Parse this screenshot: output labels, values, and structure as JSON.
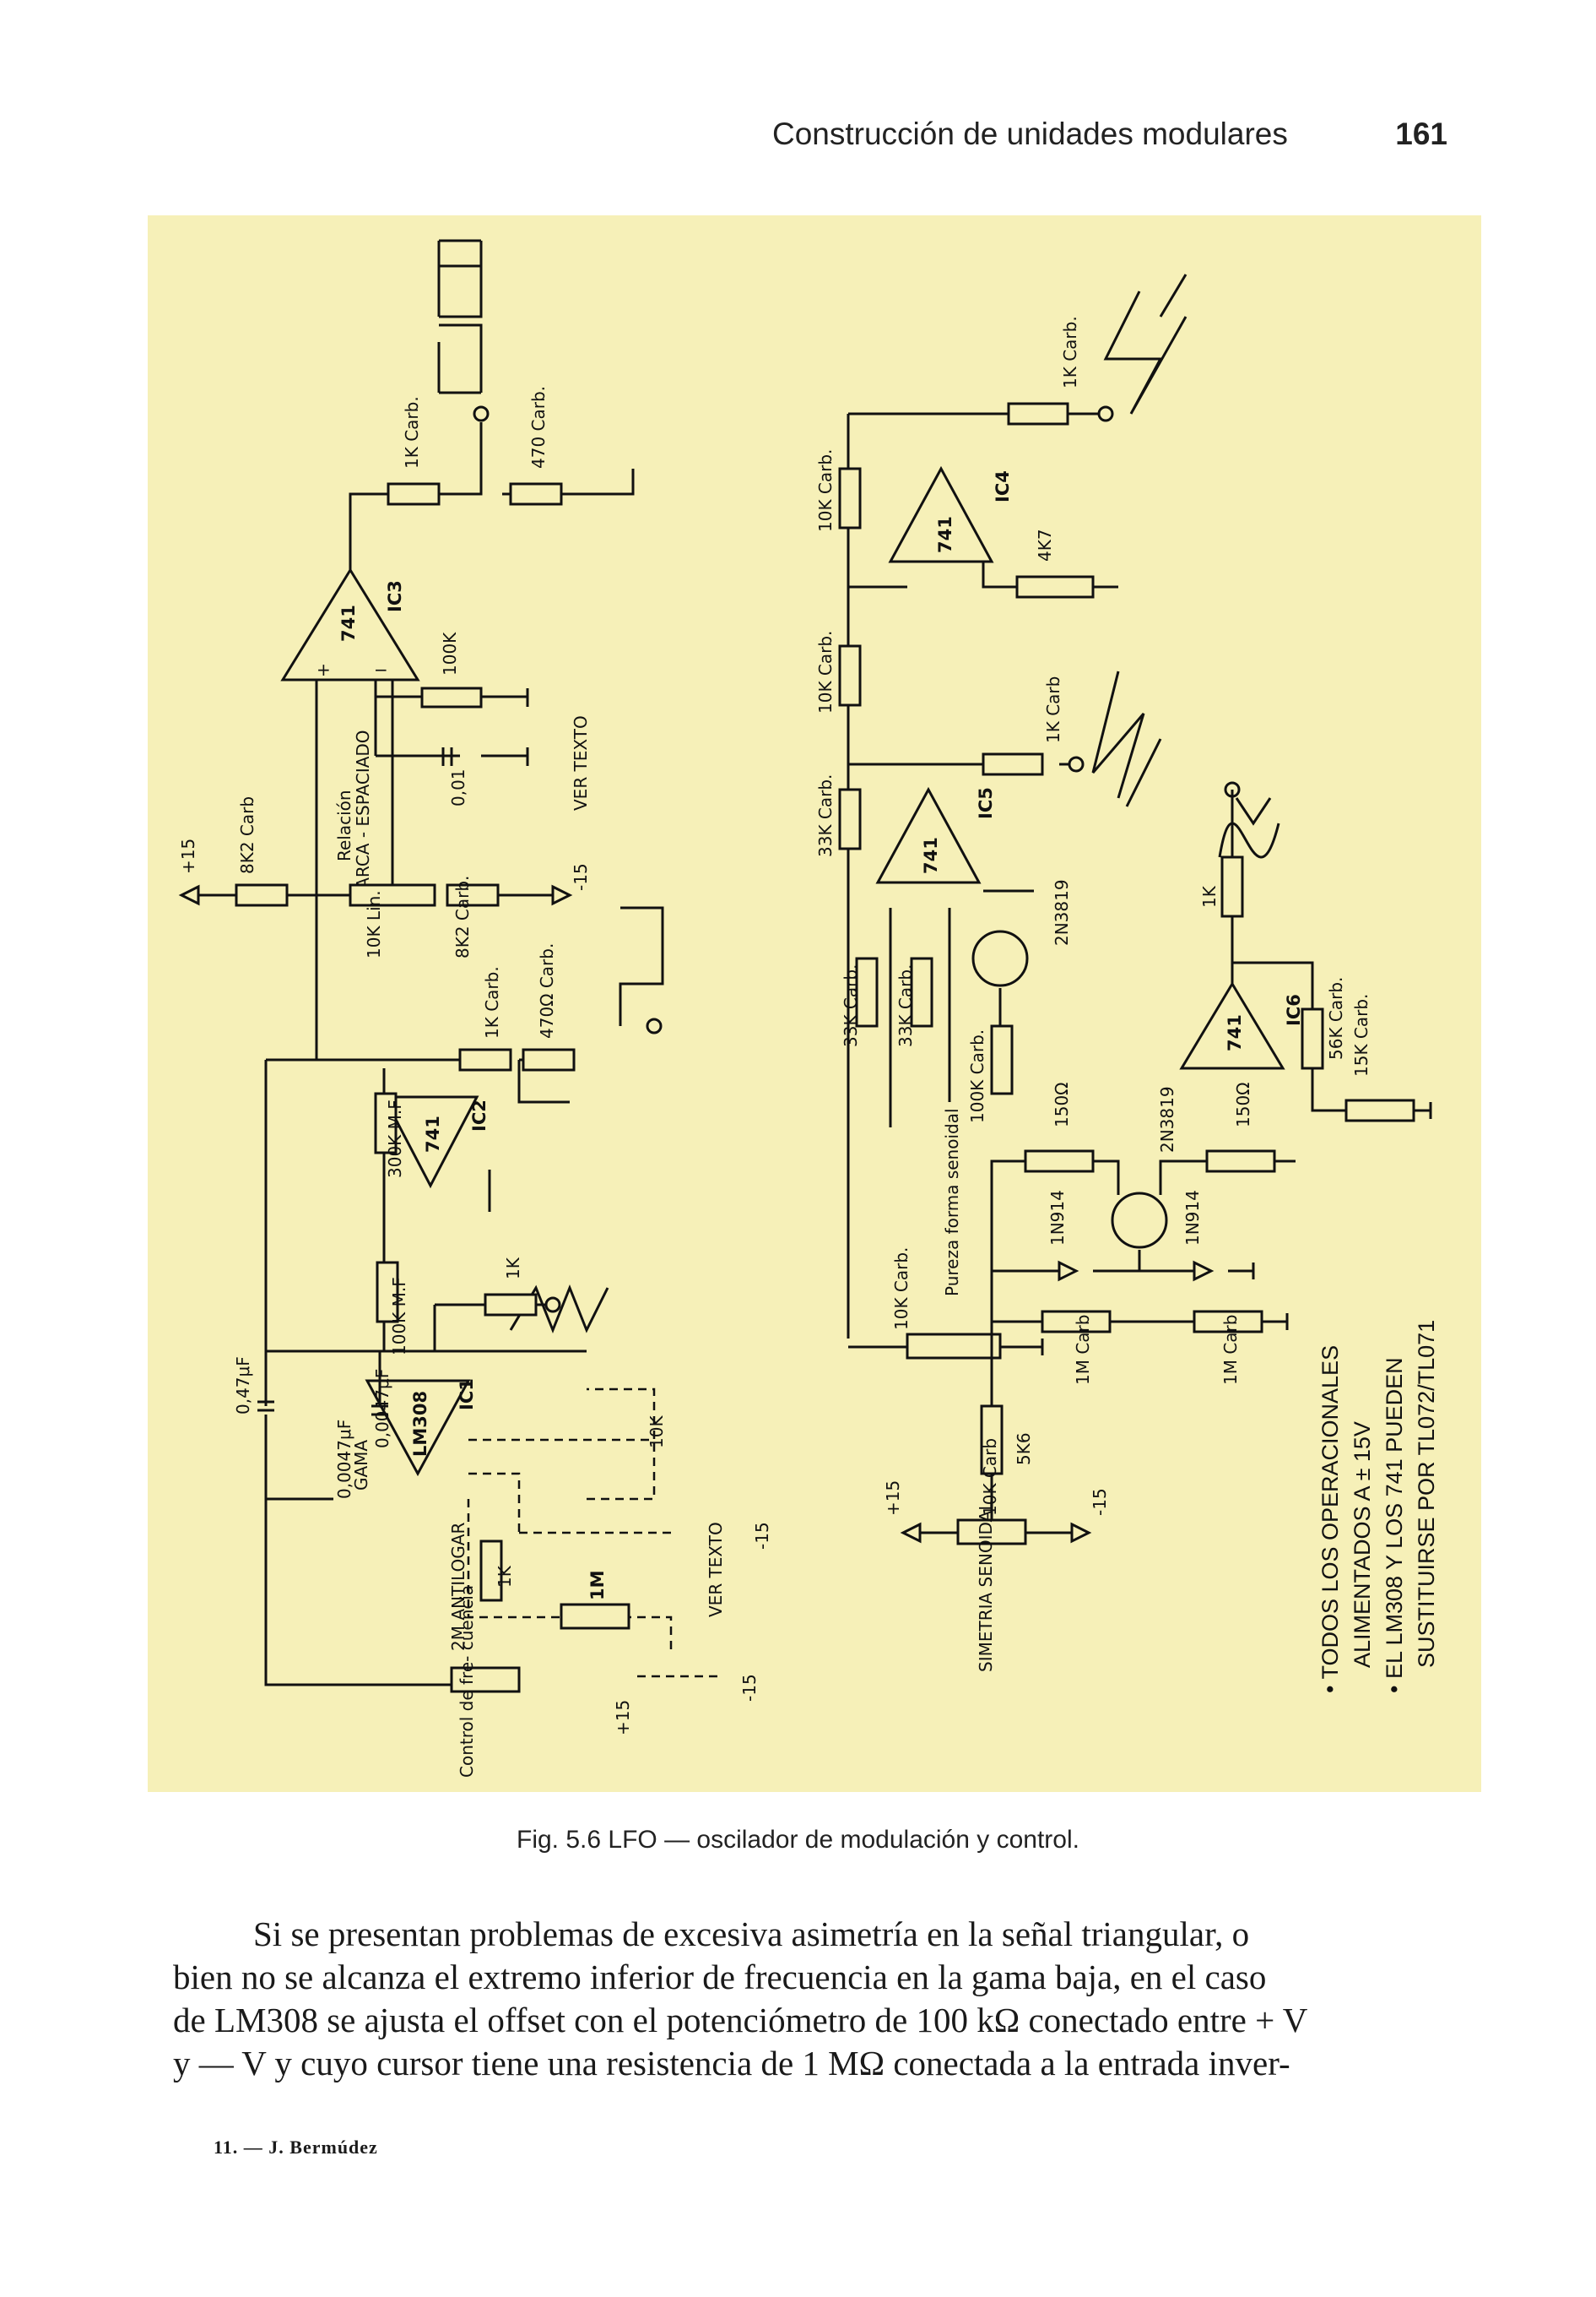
{
  "header": {
    "title": "Construcción de unidades modulares",
    "page_number": "161"
  },
  "figure": {
    "chips": [
      "IC1",
      "IC2",
      "IC3",
      "IC4",
      "IC5",
      "IC6"
    ],
    "opamps": [
      "741",
      "741",
      "741",
      "741",
      "741",
      "LM308"
    ],
    "labels": {
      "r_1k_ic3": "1K Carb.",
      "r_470": "470 Carb.",
      "r_100k": "100K",
      "c_001": "0,01",
      "ver_texto_top": "VER TEXTO",
      "relacion": "Relación",
      "marca": "MARCA - ESPACIADO",
      "plus15": "+15",
      "r_8k2_a": "8K2 Carb",
      "r_10k_lin": "10K Lin.",
      "r_8k2_b": "8K2 Carb.",
      "minus15": "-15",
      "r_1k_ic2": "1K Carb.",
      "r_470o": "470Ω Carb.",
      "r_300k": "300K M.F",
      "r_100k_mf": "100K M.F",
      "r_1k_ic1": "1K",
      "c_047": "0,47μF",
      "c_00047": "0,0047μF",
      "gama": "GAMA",
      "r_10k_off": "10K",
      "r_1m": "1M",
      "ver_texto_mid": "VER TEXTO",
      "r_2m": "2M ANTILOGAR",
      "r_1k_b": "1K",
      "control": "Control de fre- cuencia",
      "r_10k_ic4": "10K Carb.",
      "r_4k7": "4K7",
      "r_1k_ic4out": "1K Carb.",
      "r_10k_ic5": "10K Carb.",
      "r_33k_a": "33K Carb.",
      "r_1k_ic5out": "1K Carb",
      "q_2n3819_a": "2N3819",
      "r_33k_b": "33K Carb.",
      "r_33k_c": "33K Carb.",
      "r_100k_carb": "100K Carb.",
      "pureza": "Pureza forma senoidal",
      "r_10k_pot": "10K Carb.",
      "r_5k6": "5K6",
      "r_10k_sim": "10K Carb",
      "simetria": "SIMETRIA SENOIDAL",
      "r_150_a": "150Ω",
      "q_2n3819_b": "2N3819",
      "r_150_b": "150Ω",
      "d_1n914_a": "1N914",
      "d_1n914_b": "1N914",
      "r_1m_a": "1M Carb",
      "r_1m_b": "1M Carb",
      "r_1k_ic6": "1K",
      "r_56k": "56K Carb.",
      "r_15k": "15K Carb."
    },
    "notes": [
      "• TODOS LOS OPERACIONALES",
      "ALIMENTADOS A ± 15V",
      "• EL LM308 Y LOS 741 PUEDEN",
      "SUSTITUIRSE POR TL072/TL071"
    ],
    "panel_color": "#f6f0b8"
  },
  "caption": "Fig. 5.6   LFO — oscilador de modulación y control.",
  "body": {
    "lines": [
      "Si se presentan problemas de excesiva asimetría en la señal triangular, o",
      "bien no se alcanza el extremo inferior de frecuencia en la gama baja, en el caso",
      "de LM308 se ajusta el offset con el potenciómetro de 100 kΩ conectado entre + V",
      "y — V y cuyo cursor tiene una resistencia de 1 MΩ conectada a la entrada inver-"
    ]
  },
  "footer": "11. — J. Bermúdez"
}
